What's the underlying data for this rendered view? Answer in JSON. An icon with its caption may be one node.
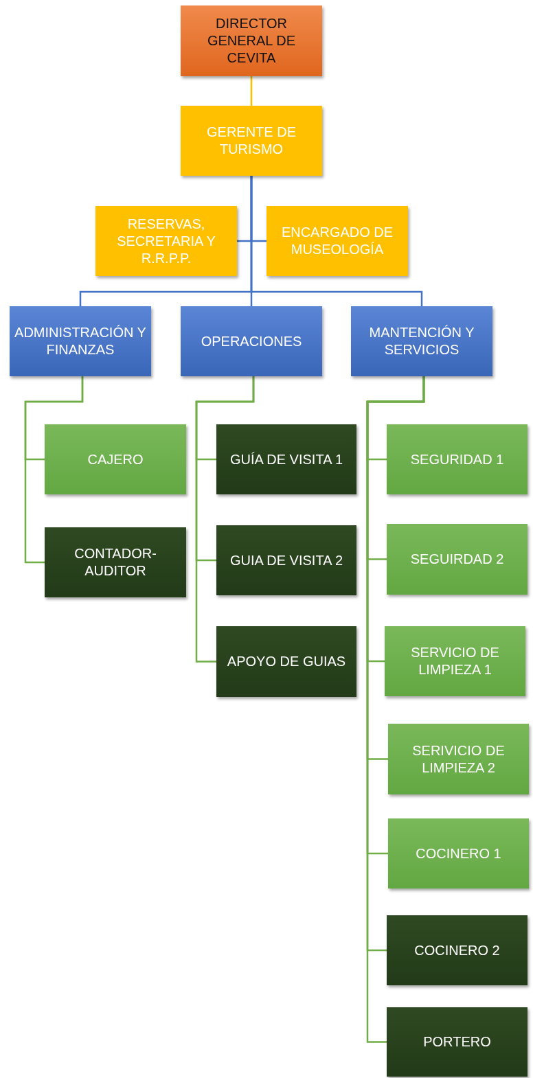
{
  "diagram": {
    "nodes": [
      {
        "text": [
          "DIRECTOR GENERAL DE CEVITA"
        ]
      },
      {
        "text": [
          "GERENTE DE TURISMO"
        ]
      },
      {
        "text": [
          "RESERVAS, SECRETARIA Y R.R.P.P."
        ]
      },
      {
        "text": [
          "ENCARGADO DE MUSEOLOGÍA"
        ]
      },
      {
        "text": [
          "ADMINISTRACIÓN Y FINANZAS"
        ]
      },
      {
        "text": [
          "OPERACIONES"
        ]
      },
      {
        "text": [
          "MANTENCIÓN Y SERVICIOS"
        ]
      },
      {
        "text": [
          "CAJERO"
        ]
      },
      {
        "text": [
          "CONTADOR-AUDITOR"
        ]
      },
      {
        "text": [
          "GUÍA DE VISITA 1"
        ]
      },
      {
        "text": [
          "GUIA DE VISITA 2"
        ]
      },
      {
        "text": [
          "APOYO DE GUIAS"
        ]
      },
      {
        "text": [
          "SEGURIDAD 1"
        ]
      },
      {
        "text": [
          "SEGUIRDAD 2"
        ]
      },
      {
        "text": [
          "SERVICIO DE LIMPIEZA 1"
        ]
      },
      {
        "text": [
          "SERIVICIO DE LIMPIEZA 2"
        ]
      },
      {
        "text": [
          "COCINERO 1"
        ]
      },
      {
        "text": [
          "COCINERO 2"
        ]
      },
      {
        "text": [
          "PORTERO"
        ]
      }
    ],
    "edges": [
      {
        "from": 0,
        "to": 1,
        "arrow": "none",
        "color": "#ffc000"
      },
      {
        "from": 1,
        "to": 2,
        "arrow": "none",
        "color": "#4472c4"
      },
      {
        "from": 1,
        "to": 3,
        "arrow": "none",
        "color": "#4472c4"
      },
      {
        "from": 1,
        "to": 4,
        "arrow": "none",
        "color": "#4472c4"
      },
      {
        "from": 1,
        "to": 5,
        "arrow": "none",
        "color": "#4472c4"
      },
      {
        "from": 1,
        "to": 6,
        "arrow": "none",
        "color": "#4472c4"
      },
      {
        "from": 4,
        "to": 7,
        "arrow": "none"
      },
      {
        "from": 4,
        "to": 8,
        "arrow": "none"
      },
      {
        "from": 5,
        "to": 9,
        "arrow": "none"
      },
      {
        "from": 5,
        "to": 10,
        "arrow": "none"
      },
      {
        "from": 5,
        "to": 11,
        "arrow": "none"
      },
      {
        "from": 6,
        "to": 12,
        "arrow": "none"
      },
      {
        "from": 6,
        "to": 13,
        "arrow": "none"
      },
      {
        "from": 6,
        "to": 14,
        "arrow": "none"
      },
      {
        "from": 6,
        "to": 15,
        "arrow": "none"
      },
      {
        "from": 6,
        "to": 16,
        "arrow": "none"
      },
      {
        "from": 6,
        "to": 17,
        "arrow": "none"
      },
      {
        "from": 6,
        "to": 18,
        "arrow": "none"
      }
    ]
  }
}
